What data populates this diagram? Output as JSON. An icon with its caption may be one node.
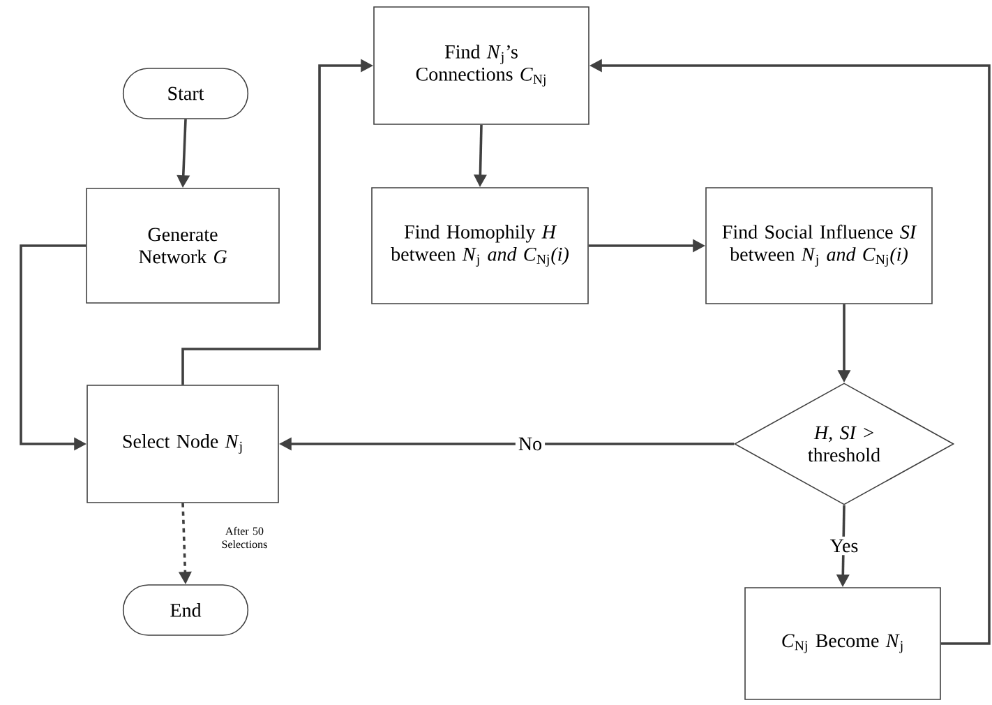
{
  "diagram": {
    "nodes": [
      {
        "text": [
          "Start"
        ]
      },
      {
        "text": [
          "Generate Network *G*"
        ]
      },
      {
        "text": [
          "Find *N*$_{j}$’s Connections *C*$_{Nj}$"
        ]
      },
      {
        "text": [
          "Find Homophily *H* between *N*$_{j}$ *and C*$_{Nj}$*(i)*"
        ]
      },
      {
        "text": [
          "Find Social Influence *SI* between *N*$_{j}$ *and C*$_{Nj}$*(i)*"
        ]
      },
      {
        "text": [
          "Select Node *N*$_{j}$"
        ]
      },
      {
        "text": [
          "*H, SI* > threshold"
        ]
      },
      {
        "text": [
          "End"
        ]
      },
      {
        "text": [
          "*C*$_{Nj}$ Become *N*$_{j}$"
        ]
      }
    ],
    "edges": [
      {
        "from": 0,
        "to": 1,
        "arrow": "to"
      },
      {
        "from": 1,
        "to": 5,
        "arrow": "to"
      },
      {
        "from": 5,
        "to": 2,
        "arrow": "to"
      },
      {
        "from": 2,
        "to": 3,
        "arrow": "to"
      },
      {
        "from": 3,
        "to": 4,
        "arrow": "to"
      },
      {
        "from": 4,
        "to": 6,
        "arrow": "to"
      },
      {
        "from": 6,
        "to": 5,
        "arrow": "to",
        "label": "No"
      },
      {
        "from": 6,
        "to": 8,
        "arrow": "to",
        "label": "Yes"
      },
      {
        "from": 8,
        "to": 2,
        "arrow": "to"
      },
      {
        "from": 5,
        "to": 7,
        "arrow": "to",
        "style": "dashed",
        "label": "After 50 Selections"
      }
    ]
  }
}
